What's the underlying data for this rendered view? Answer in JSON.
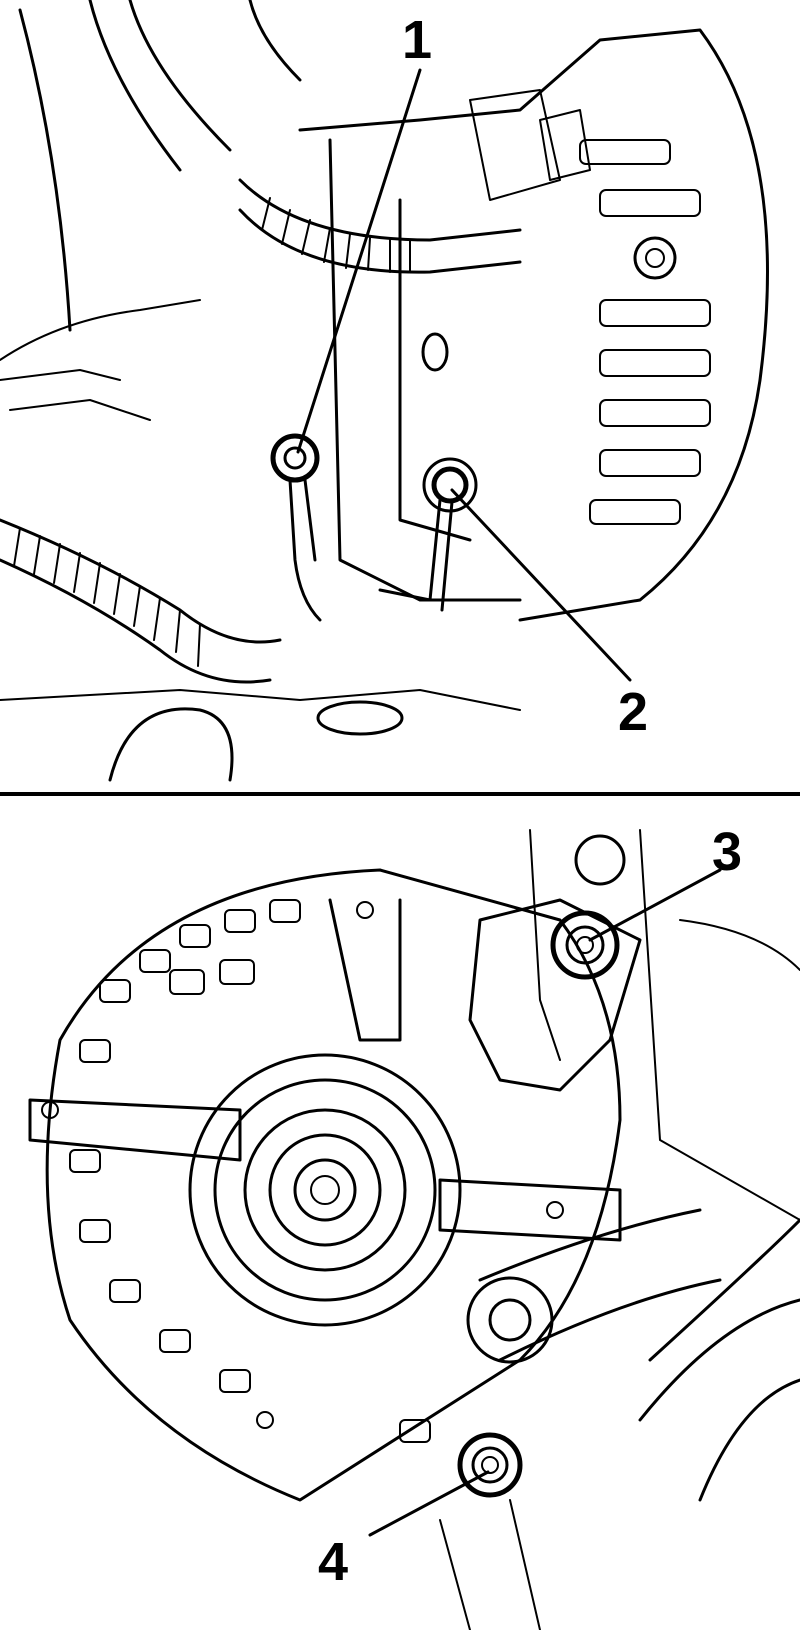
{
  "figure": {
    "top_panel": {
      "callouts": [
        {
          "id": "1",
          "label": "1"
        },
        {
          "id": "2",
          "label": "2"
        }
      ]
    },
    "bottom_panel": {
      "callouts": [
        {
          "id": "3",
          "label": "3"
        },
        {
          "id": "4",
          "label": "4"
        }
      ]
    }
  },
  "colors": {
    "line": "#000000",
    "background": "#ffffff"
  }
}
